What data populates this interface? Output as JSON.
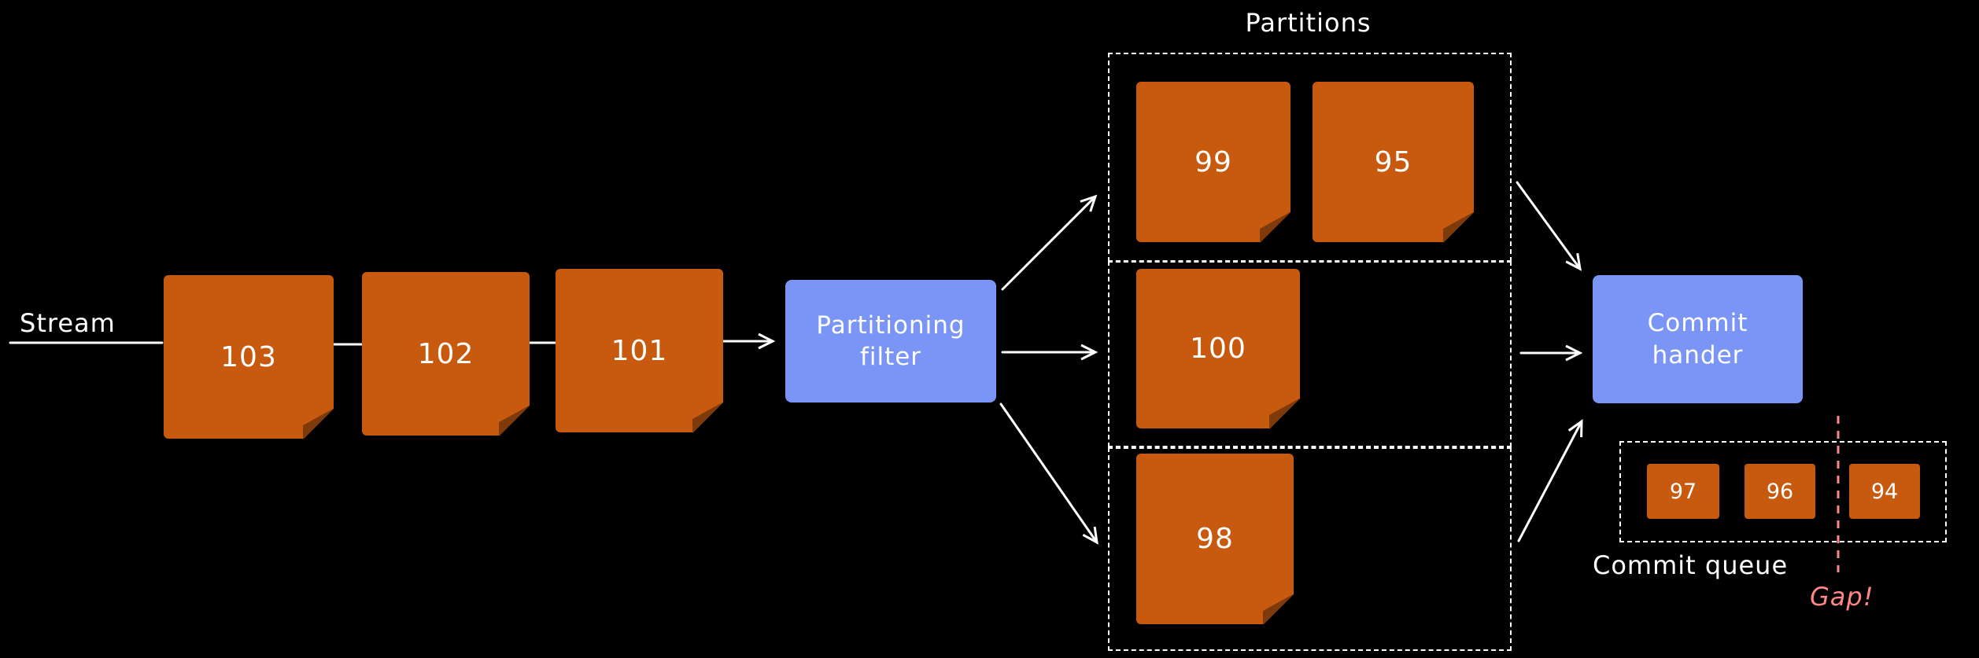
{
  "diagram": {
    "stream_label": "Stream",
    "stream_notes": [
      "103",
      "102",
      "101"
    ],
    "partitioning_filter": {
      "line1": "Partitioning",
      "line2": "filter"
    },
    "partitions": {
      "title": "Partitions",
      "rows": [
        [
          "99",
          "95"
        ],
        [
          "100"
        ],
        [
          "98"
        ]
      ]
    },
    "commit_handler": {
      "line1": "Commit",
      "line2": "hander"
    },
    "commit_queue": {
      "label": "Commit queue",
      "items": [
        "97",
        "96",
        "94"
      ],
      "gap_label": "Gap!"
    },
    "colors": {
      "background": "#000000",
      "note_orange": "#c85a0f",
      "box_blue": "#7b95f6",
      "stroke_white": "#ffffff",
      "gap_pink": "#ff8787"
    }
  }
}
